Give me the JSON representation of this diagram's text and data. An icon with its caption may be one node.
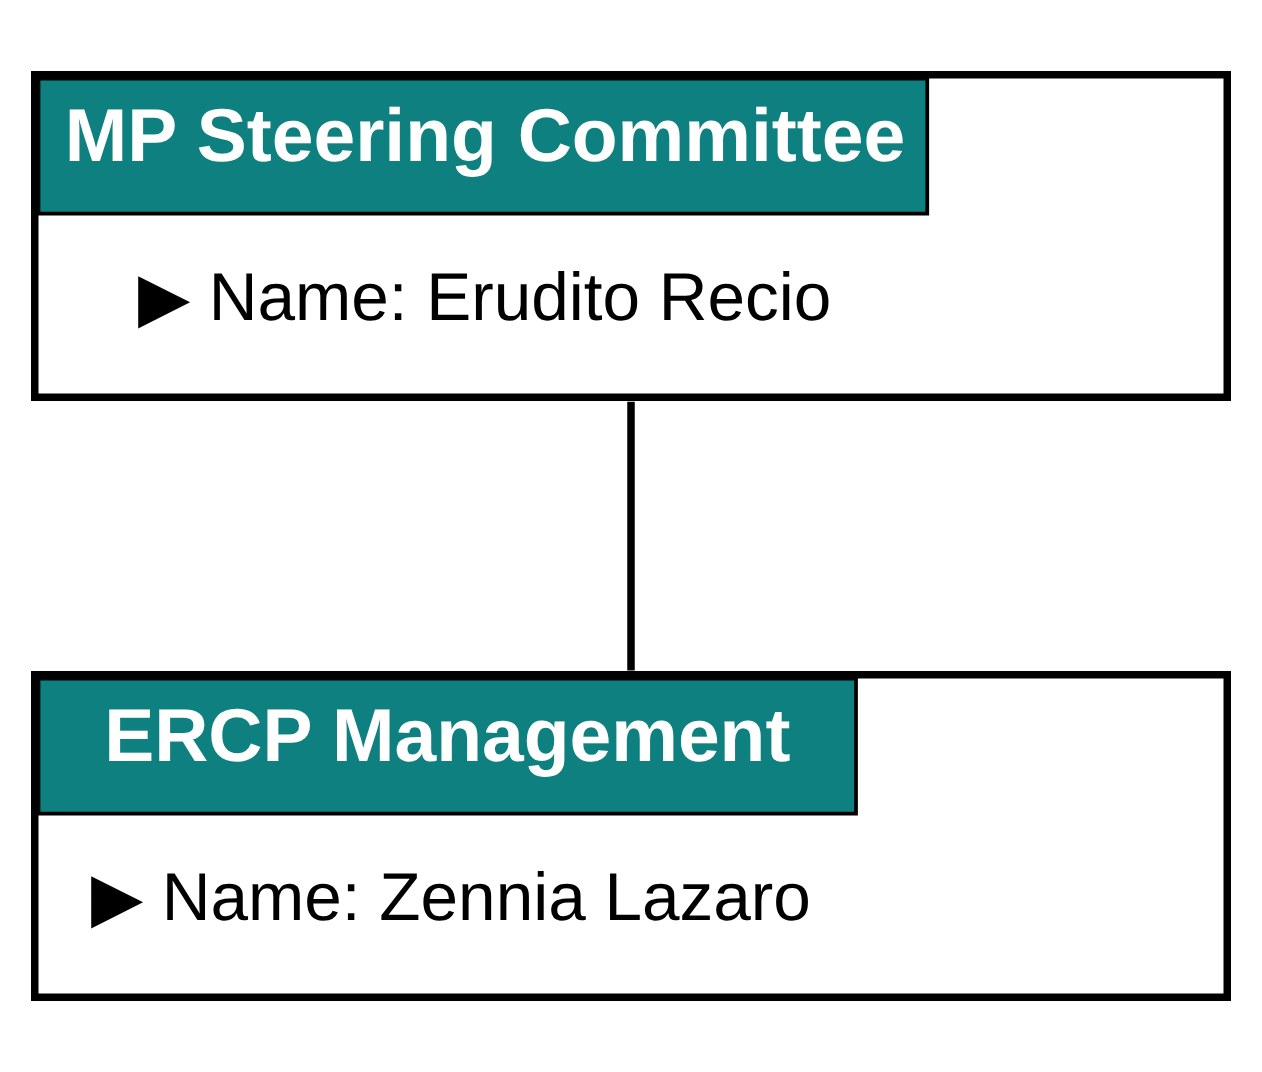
{
  "diagram": {
    "nodes": [
      {
        "text": [
          "MP Steering Committee",
          "▶ Name: Erudito Recio"
        ]
      },
      {
        "text": [
          "ERCP Management",
          "▶ Name: Zennia Lazaro"
        ]
      }
    ],
    "edges": [
      {
        "from": 0,
        "to": 1,
        "arrow": "none"
      }
    ]
  }
}
